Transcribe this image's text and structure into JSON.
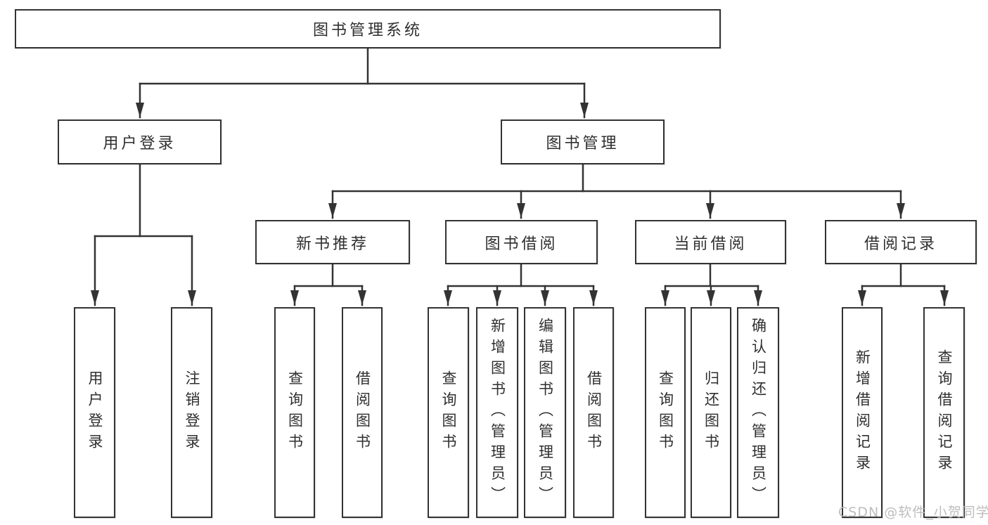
{
  "diagram": {
    "root": {
      "label": "图书管理系统"
    },
    "level2": [
      {
        "label": "用户登录"
      },
      {
        "label": "图书管理"
      }
    ],
    "level3": [
      {
        "label": "新书推荐"
      },
      {
        "label": "图书借阅"
      },
      {
        "label": "当前借阅"
      },
      {
        "label": "借阅记录"
      }
    ],
    "leaves": {
      "user_login": [
        "用户登录",
        "注销登录"
      ],
      "new_book_recommend": [
        "查询图书",
        "借阅图书"
      ],
      "book_borrow": [
        "查询图书",
        "新增图书（管理员）",
        "编辑图书（管理员）",
        "借阅图书"
      ],
      "current_borrow": [
        "查询图书",
        "归还图书",
        "确认归还（管理员）"
      ],
      "borrow_records": [
        "新增借阅记录",
        "查询借阅记录"
      ]
    }
  },
  "watermark": {
    "text": "CSDN @软件_小贺同学"
  },
  "colors": {
    "line": "#333333",
    "box_border": "#333333",
    "text": "#2f2f2f",
    "watermark": "#b9b9b9",
    "background": "#ffffff"
  }
}
